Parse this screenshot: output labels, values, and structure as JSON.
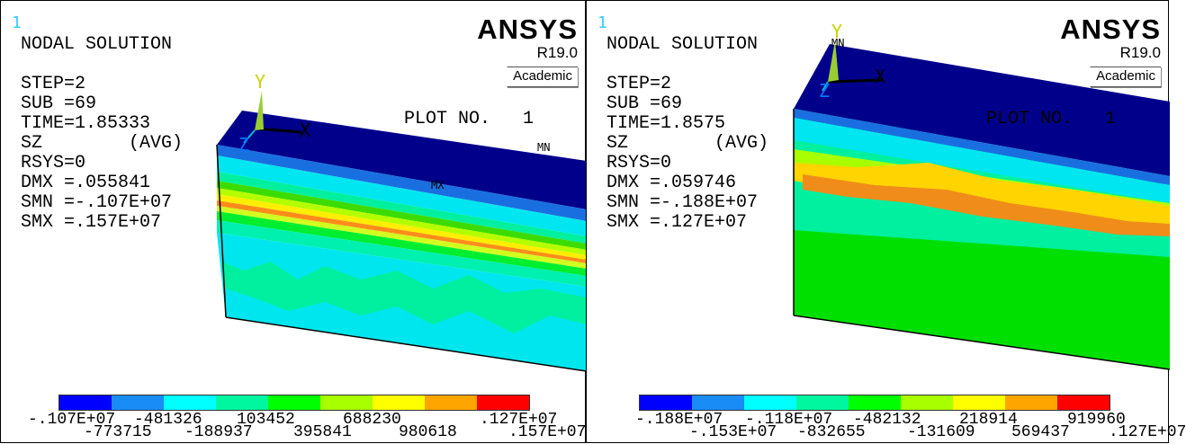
{
  "brand": {
    "logo": "ANSYS",
    "version": "R19.0",
    "license": "Academic"
  },
  "legend_colors": [
    "#0000ff",
    "#1a8cf5",
    "#00ffff",
    "#00f7a0",
    "#00ff00",
    "#a8ff00",
    "#ffff00",
    "#ffa500",
    "#ff0000"
  ],
  "left": {
    "window_number": "1",
    "info": [
      "NODAL SOLUTION",
      "",
      "STEP=2",
      "SUB =69",
      "TIME=1.85333",
      "SZ        (AVG)",
      "RSYS=0",
      "DMX =.055841",
      "SMN =-.107E+07",
      "SMX =.157E+07"
    ],
    "plot_no_label": "PLOT NO.   1",
    "mn_label": "MN",
    "mx_label": "MX",
    "axis": {
      "x": "X",
      "y": "Y",
      "z": "Z"
    },
    "legend_top": [
      "-.107E+07",
      "-481326",
      "103452",
      "688230",
      ".127E+07"
    ],
    "legend_bottom": [
      "-773715",
      "-188937",
      "395841",
      "980618",
      ".157E+07"
    ]
  },
  "right": {
    "window_number": "1",
    "info": [
      "NODAL SOLUTION",
      "",
      "STEP=2",
      "SUB =69",
      "TIME=1.8575",
      "SZ        (AVG)",
      "RSYS=0",
      "DMX =.059746",
      "SMN =-.188E+07",
      "SMX =.127E+07"
    ],
    "plot_no_label": "PLOT NO.   1",
    "mn_label": "MN",
    "axis": {
      "x": "X",
      "y": "Y",
      "z": "Z"
    },
    "legend_top": [
      "-.188E+07",
      "-.118E+07",
      "-482132",
      "218914",
      "919960"
    ],
    "legend_bottom": [
      "-.153E+07",
      "-832655",
      "-131609",
      "569437",
      ".127E+07"
    ]
  }
}
